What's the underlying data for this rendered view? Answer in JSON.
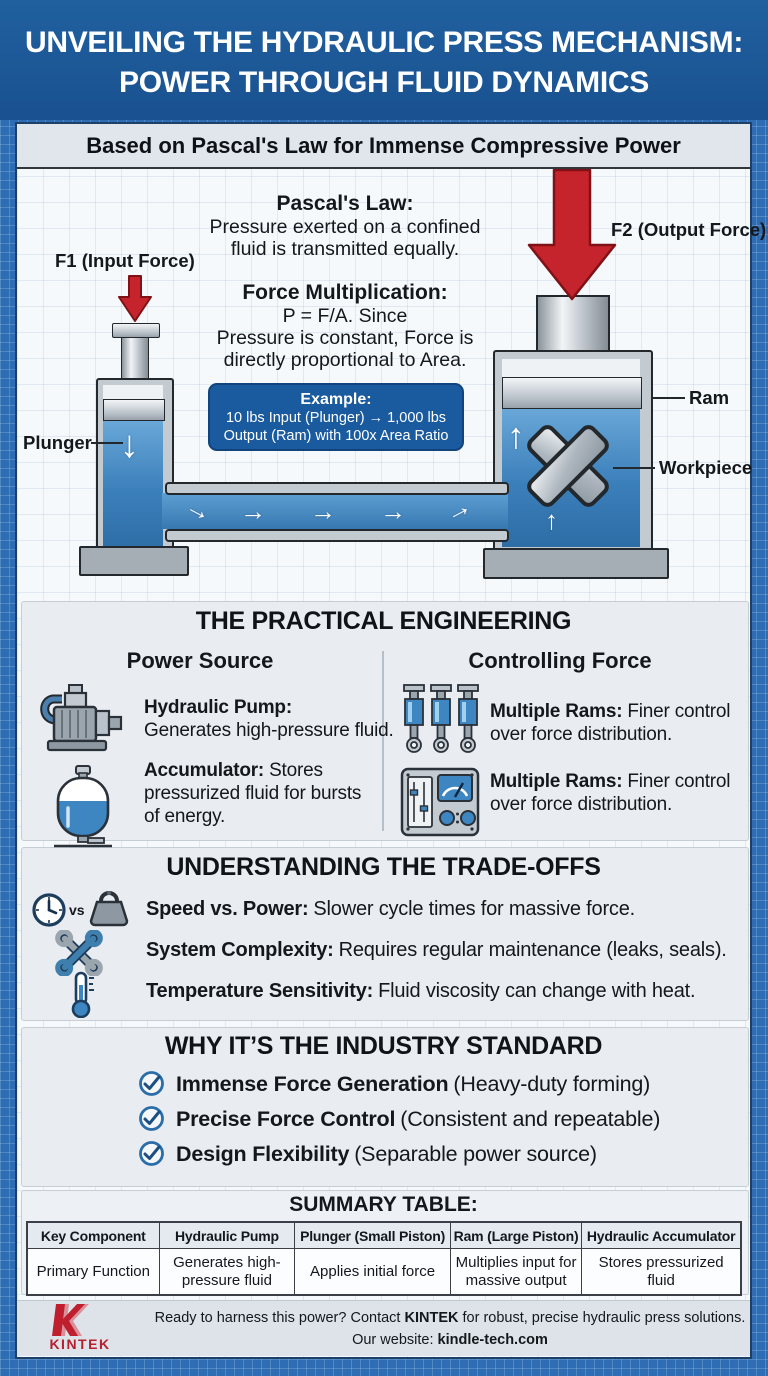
{
  "colors": {
    "header_blue": "#1d5899",
    "blueprint_blue": "#2e6cb3",
    "example_box_blue": "#1a5a9e",
    "arrow_red": "#c5242c",
    "fluid_blue": "#3b7fba",
    "icon_accent_blue": "#3e86c2",
    "logo_red": "#bf1e2e",
    "section_bg": "#e9edf2",
    "text_dark": "#14181c"
  },
  "header": {
    "title_line1": "UNVEILING THE HYDRAULIC PRESS MECHANISM:",
    "title_line2": "POWER THROUGH FLUID DYNAMICS"
  },
  "banner": {
    "text": "Based on Pascal's Law for Immense Compressive Power"
  },
  "diagram": {
    "pascals_law": {
      "title": "Pascal's Law:",
      "line1": "Pressure exerted on a confined",
      "line2": "fluid is transmitted equally."
    },
    "force_multiplication": {
      "title": "Force Multiplication:",
      "line1": "P = F/A. Since",
      "line2": "Pressure is constant, Force is",
      "line3": "directly proportional to Area."
    },
    "example": {
      "title": "Example:",
      "line1": "10 lbs Input (Plunger) → 1,000 lbs",
      "line2": "Output (Ram) with 100x Area Ratio"
    },
    "labels": {
      "f1": "F1 (Input Force)",
      "f2": "F2 (Output Force)",
      "plunger": "Plunger",
      "ram": "Ram",
      "workpiece": "Workpiece"
    },
    "flow_arrow": "→",
    "down_arrow": "↓",
    "up_arrow": "↑"
  },
  "engineering": {
    "title": "THE PRACTICAL ENGINEERING",
    "columns": [
      {
        "title": "Power Source"
      },
      {
        "title": "Controlling Force"
      }
    ],
    "items": [
      {
        "icon": "pump-icon",
        "lead": "Hydraulic Pump:",
        "rest": "Generates high-pressure fluid."
      },
      {
        "icon": "accumulator-icon",
        "lead": "Accumulator:",
        "rest": "Stores pressurized fluid for bursts of energy."
      },
      {
        "icon": "multiple-rams-icon",
        "lead": "Multiple Rams:",
        "rest": "Finer control over force distribution."
      },
      {
        "icon": "control-panel-icon",
        "lead": "Multiple Rams:",
        "rest": "Finer control over force distribution."
      }
    ]
  },
  "tradeoffs": {
    "title": "UNDERSTANDING THE TRADE-OFFS",
    "vs_label": "vs",
    "items": [
      {
        "icon": "clock-vs-weight-icon",
        "lead": "Speed vs. Power:",
        "rest": "Slower cycle times for massive force."
      },
      {
        "icon": "wrenches-icon",
        "lead": "System Complexity:",
        "rest": "Requires regular maintenance (leaks, seals)."
      },
      {
        "icon": "thermometer-icon",
        "lead": "Temperature Sensitivity:",
        "rest": "Fluid viscosity can change with heat."
      }
    ]
  },
  "standard": {
    "title": "WHY IT’S THE INDUSTRY STANDARD",
    "items": [
      {
        "icon": "check-icon",
        "lead": "Immense Force Generation",
        "rest": "(Heavy-duty forming)"
      },
      {
        "icon": "check-icon",
        "lead": "Precise Force Control",
        "rest": "(Consistent and repeatable)"
      },
      {
        "icon": "check-icon",
        "lead": "Design Flexibility",
        "rest": "(Separable power source)"
      }
    ]
  },
  "summary": {
    "title": "SUMMARY TABLE:",
    "headers": [
      "Key Component",
      "Hydraulic Pump",
      "Plunger (Small Piston)",
      "Ram (Large Piston)",
      "Hydraulic Accumulator"
    ],
    "rows": [
      [
        "Primary Function",
        "Generates high-pressure fluid",
        "Applies initial force",
        "Multiplies input for massive output",
        "Stores pressurized fluid"
      ]
    ]
  },
  "footer": {
    "logo": "KINTEK",
    "line1": {
      "pre": "Ready to harness this power? Contact ",
      "bold": "KINTEK",
      "post": " for robust, precise hydraulic press solutions."
    },
    "line2": {
      "pre": "Our website: ",
      "bold": "kindle-tech.com"
    }
  }
}
